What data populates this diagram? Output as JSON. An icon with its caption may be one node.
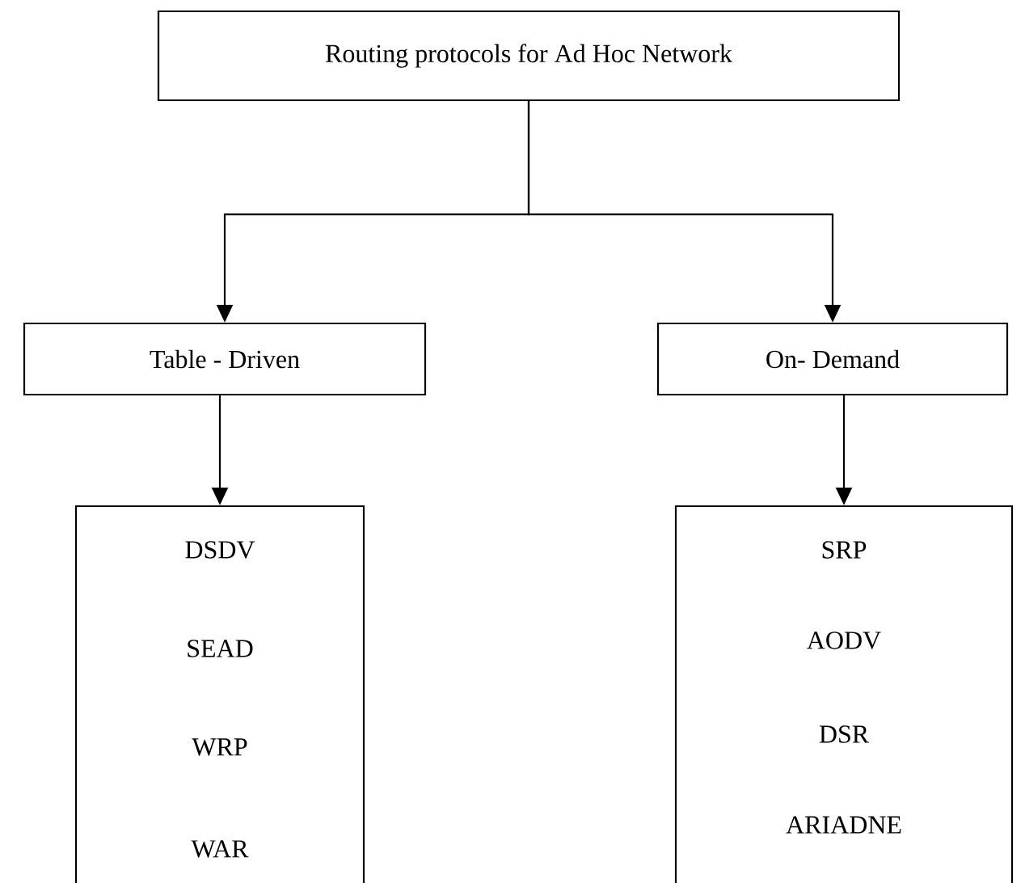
{
  "diagram": {
    "nodes": [
      {
        "text": [
          "Routing protocols for Ad Hoc Network"
        ]
      },
      {
        "text": [
          "Table - Driven"
        ]
      },
      {
        "text": [
          "On- Demand"
        ]
      },
      {
        "text": [
          "DSDV",
          "SEAD",
          "WRP",
          "WAR"
        ]
      },
      {
        "text": [
          "SRP",
          "AODV",
          "DSR",
          "ARIADNE"
        ]
      }
    ],
    "edges": [
      {
        "from": 0,
        "to": 1,
        "arrow": "to"
      },
      {
        "from": 0,
        "to": 2,
        "arrow": "to"
      },
      {
        "from": 1,
        "to": 3,
        "arrow": "to"
      },
      {
        "from": 2,
        "to": 4,
        "arrow": "to"
      }
    ]
  }
}
